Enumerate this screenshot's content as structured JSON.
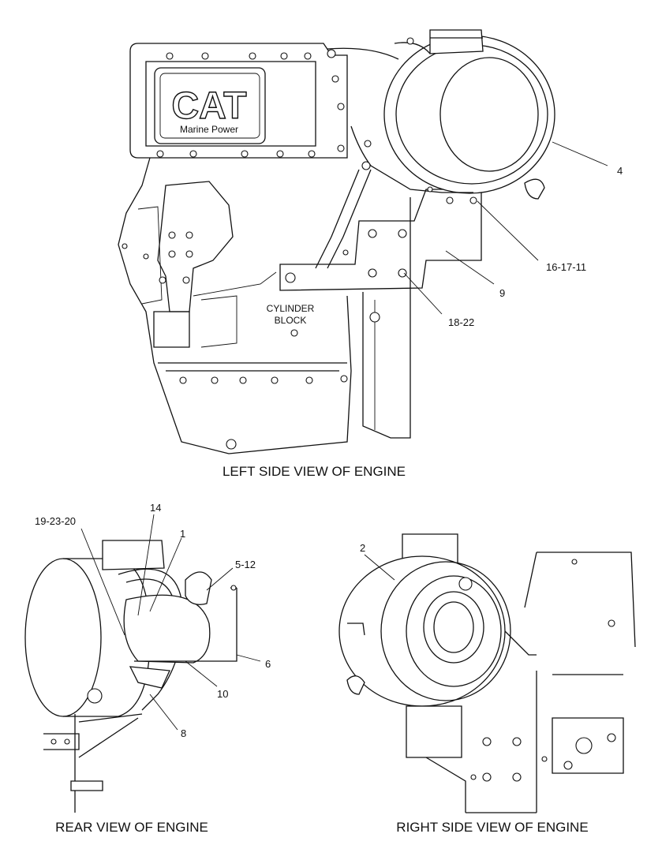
{
  "views": {
    "left": "LEFT SIDE VIEW OF ENGINE",
    "rear": "REAR VIEW OF ENGINE",
    "right": "RIGHT SIDE VIEW OF ENGINE"
  },
  "logo": {
    "brand": "CAT",
    "subtitle": "Marine Power"
  },
  "block_label": {
    "line1": "CYLINDER",
    "line2": "BLOCK"
  },
  "callouts": {
    "c4": "4",
    "c16_17_11": "16-17-11",
    "c9": "9",
    "c18_22": "18-22",
    "c14": "14",
    "c19_23_20": "19-23-20",
    "c1": "1",
    "c5_12": "5-12",
    "c6": "6",
    "c10": "10",
    "c8": "8",
    "c2": "2"
  }
}
